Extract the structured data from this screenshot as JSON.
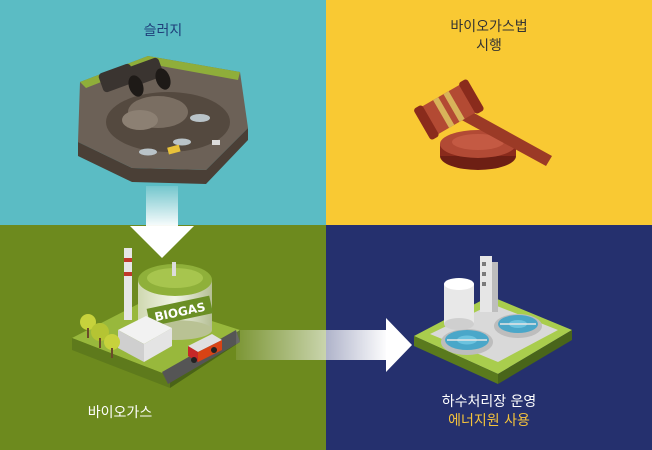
{
  "quadrants": {
    "sludge": {
      "label": "슬러지",
      "bg": "#5bbcc4"
    },
    "biogas_act": {
      "label_line1": "바이오가스법",
      "label_line2": "시행",
      "bg": "#f9c933"
    },
    "biogas": {
      "label": "바이오가스",
      "tank_text": "BIOGAS",
      "bg": "#6d8a1e"
    },
    "treatment": {
      "label_line1": "하수처리장 운영",
      "label_line2": "에너지원 사용",
      "bg": "#25306e",
      "accent": "#f5c33b"
    }
  }
}
